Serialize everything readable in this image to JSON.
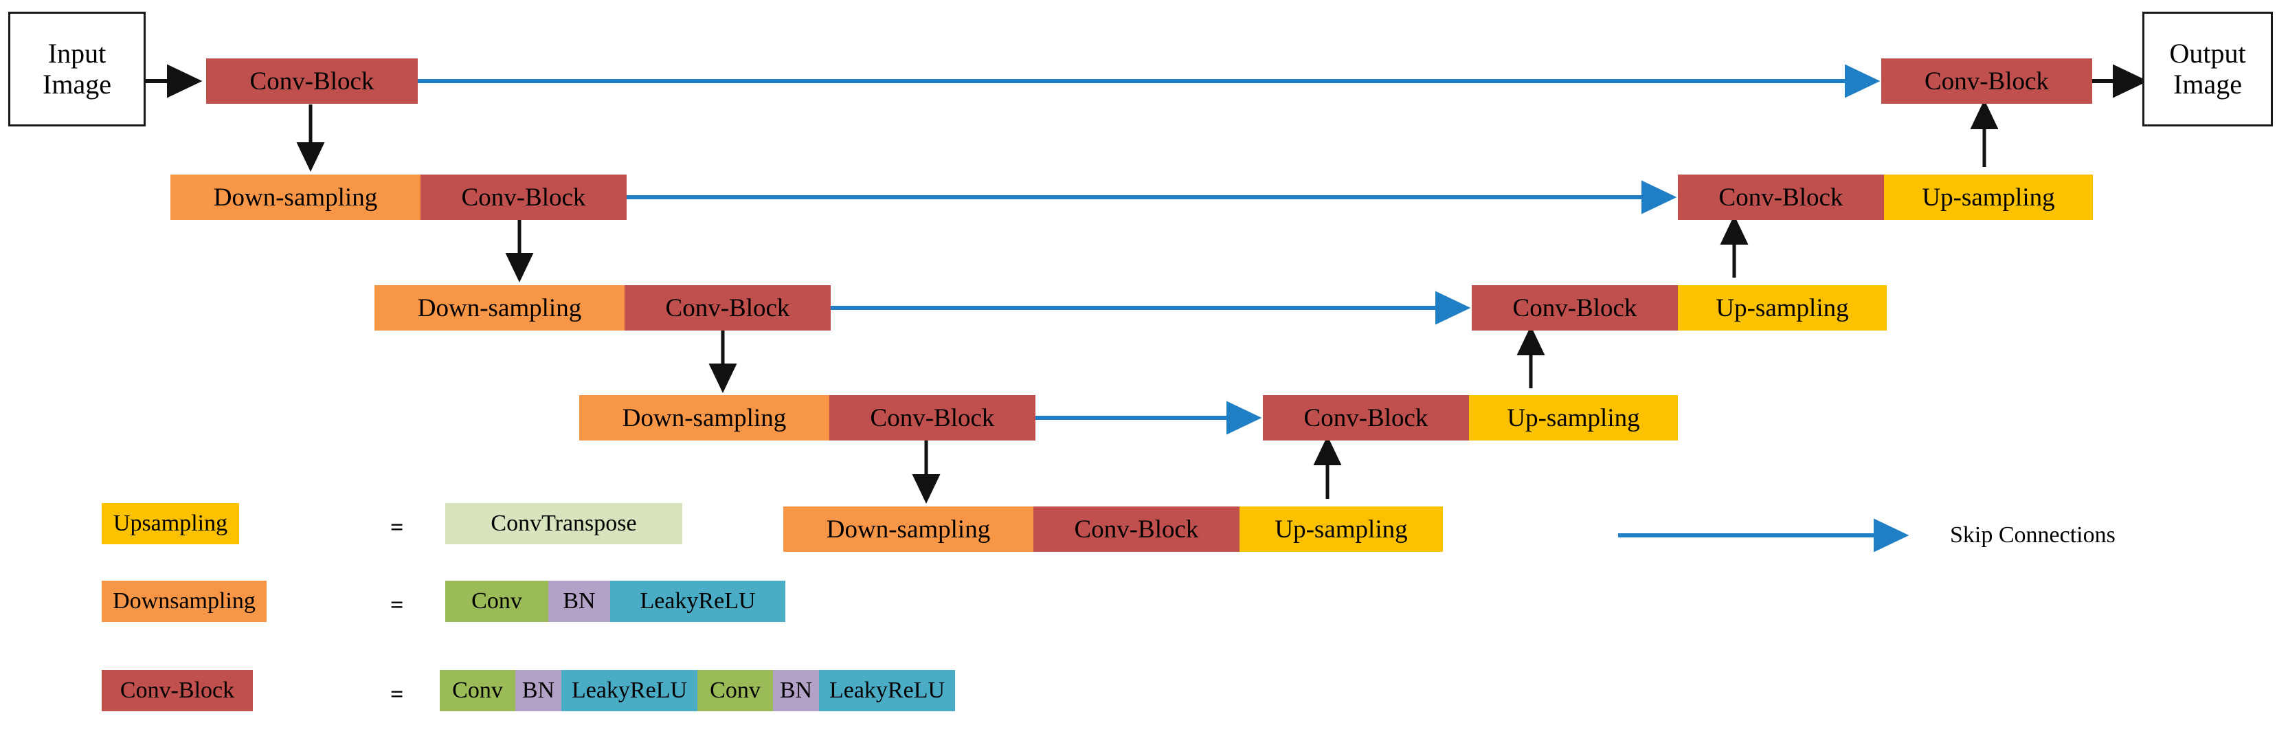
{
  "figure": {
    "title": "U-Net encoder-decoder architecture diagram",
    "labels": {
      "input_image": "Input\nImage",
      "input_image_line1": "Input",
      "input_image_line2": "Image",
      "output_image_line1": "Output",
      "output_image_line2": "Image",
      "conv_block": "Conv-Block",
      "down_sampling": "Down-sampling",
      "up_sampling": "Up-sampling"
    },
    "colors": {
      "conv_block": "#c0504d",
      "down_sampling": "#f79646",
      "up_sampling": "#fcc200",
      "conv_transpose": "#d7e4bd",
      "conv": "#9bbb59",
      "bn": "#b3a2c7",
      "leaky_relu": "#4bacc6",
      "skip_connection": "#1f7ec4",
      "flow_arrow": "#000000",
      "io_border": "#1a1a1a"
    },
    "levels": [
      {
        "depth": 0,
        "encoder": [
          "Conv-Block"
        ],
        "decoder": [
          "Conv-Block"
        ],
        "has_skip": true
      },
      {
        "depth": 1,
        "encoder": [
          "Down-sampling",
          "Conv-Block"
        ],
        "decoder": [
          "Conv-Block",
          "Up-sampling"
        ],
        "has_skip": true
      },
      {
        "depth": 2,
        "encoder": [
          "Down-sampling",
          "Conv-Block"
        ],
        "decoder": [
          "Conv-Block",
          "Up-sampling"
        ],
        "has_skip": true
      },
      {
        "depth": 3,
        "encoder": [
          "Down-sampling",
          "Conv-Block"
        ],
        "decoder": [
          "Conv-Block",
          "Up-sampling"
        ],
        "has_skip": true
      },
      {
        "depth": 4,
        "bottleneck": [
          "Down-sampling",
          "Conv-Block",
          "Up-sampling"
        ],
        "has_skip": false
      }
    ]
  },
  "legend": {
    "equals": "=",
    "rows": [
      {
        "name": "upsampling",
        "swatch_label": "Upsampling",
        "expansion": [
          "ConvTranspose"
        ]
      },
      {
        "name": "downsampling",
        "swatch_label": "Downsampling",
        "expansion": [
          "Conv",
          "BN",
          "LeakyReLU"
        ]
      },
      {
        "name": "conv-block",
        "swatch_label": "Conv-Block",
        "expansion": [
          "Conv",
          "BN",
          "LeakyReLU",
          "Conv",
          "BN",
          "LeakyReLU"
        ]
      }
    ],
    "skip": {
      "label": "Skip Connections"
    }
  },
  "parts": {
    "conv": "Conv",
    "bn": "BN",
    "leaky_relu": "LeakyReLU",
    "conv_transpose": "ConvTranspose"
  }
}
